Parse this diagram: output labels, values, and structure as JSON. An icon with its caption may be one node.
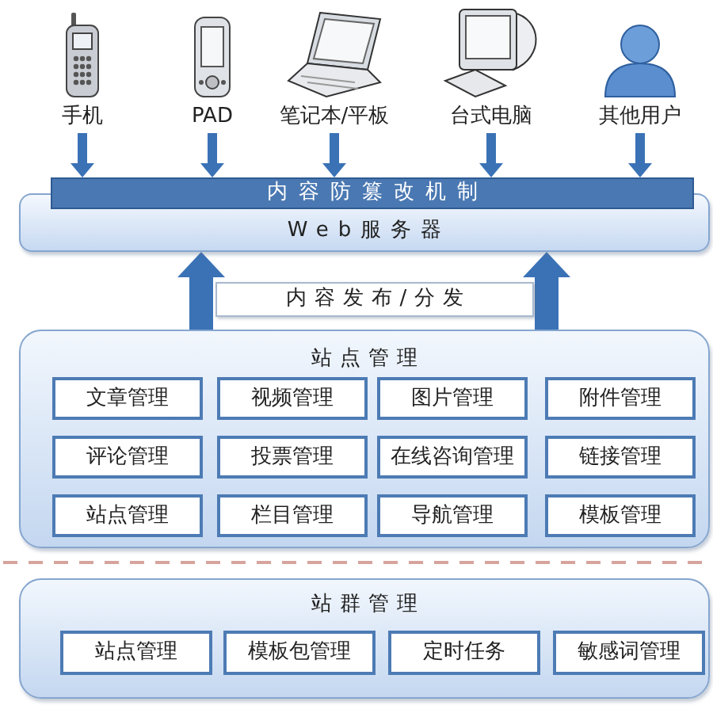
{
  "diagram": {
    "nodes": [
      {
        "text": [
          "手机"
        ]
      },
      {
        "text": [
          "PAD"
        ]
      },
      {
        "text": [
          "笔记本/平板"
        ]
      },
      {
        "text": [
          "台式电脑"
        ]
      },
      {
        "text": [
          "其他用户"
        ]
      },
      {
        "text": [
          "内容防篡改机制"
        ]
      },
      {
        "text": [
          "Web服务器"
        ]
      },
      {
        "text": [
          "内容发布/分发"
        ]
      },
      {
        "text": [
          "站点管理"
        ]
      },
      {
        "text": [
          "文章管理"
        ],
        "in": 8
      },
      {
        "text": [
          "视频管理"
        ],
        "in": 8
      },
      {
        "text": [
          "图片管理"
        ],
        "in": 8
      },
      {
        "text": [
          "附件管理"
        ],
        "in": 8
      },
      {
        "text": [
          "评论管理"
        ],
        "in": 8
      },
      {
        "text": [
          "投票管理"
        ],
        "in": 8
      },
      {
        "text": [
          "在线咨询管理"
        ],
        "in": 8
      },
      {
        "text": [
          "链接管理"
        ],
        "in": 8
      },
      {
        "text": [
          "站点管理"
        ],
        "in": 8
      },
      {
        "text": [
          "栏目管理"
        ],
        "in": 8
      },
      {
        "text": [
          "导航管理"
        ],
        "in": 8
      },
      {
        "text": [
          "模板管理"
        ],
        "in": 8
      },
      {
        "text": [
          "站群管理"
        ]
      },
      {
        "text": [
          "站点管理"
        ],
        "in": 21
      },
      {
        "text": [
          "模板包管理"
        ],
        "in": 21
      },
      {
        "text": [
          "定时任务"
        ],
        "in": 21
      },
      {
        "text": [
          "敏感词管理"
        ],
        "in": 21
      }
    ],
    "edges": [
      {
        "from": 0,
        "to": 5,
        "arrow": "to"
      },
      {
        "from": 1,
        "to": 5,
        "arrow": "to"
      },
      {
        "from": 2,
        "to": 5,
        "arrow": "to"
      },
      {
        "from": 3,
        "to": 5,
        "arrow": "to"
      },
      {
        "from": 4,
        "to": 5,
        "arrow": "to"
      },
      {
        "from": 8,
        "to": 6,
        "arrow": "to",
        "style": "thick"
      },
      {
        "from": 8,
        "to": 6,
        "arrow": "to",
        "style": "thick"
      }
    ]
  }
}
